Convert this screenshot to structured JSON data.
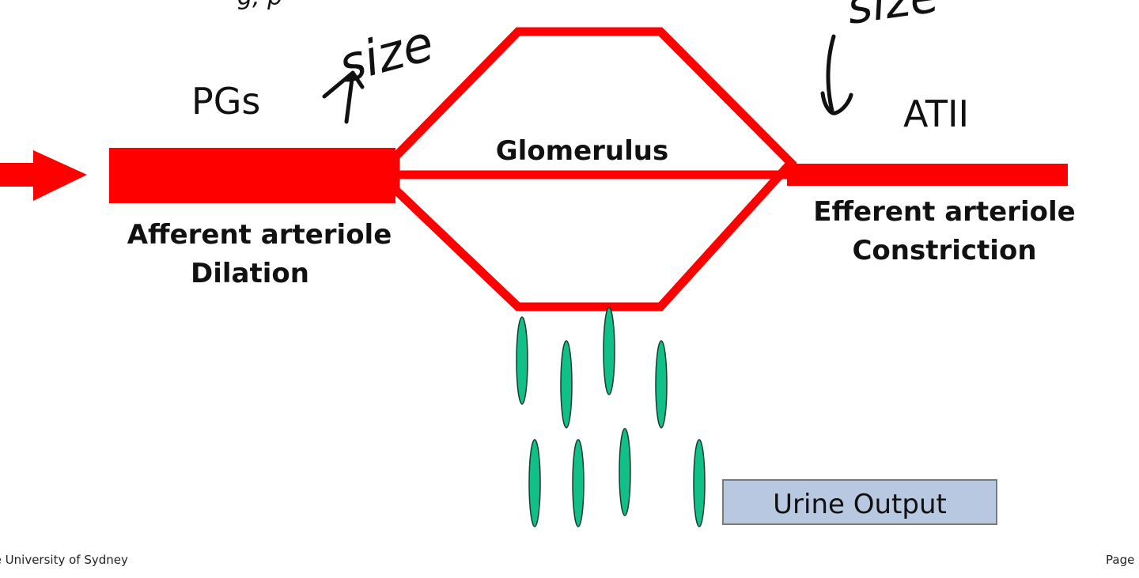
{
  "diagram": {
    "pgs_label": "PGs",
    "atii_label": "ATII",
    "glomerulus_label": "Glomerulus",
    "afferent_line1": "Afferent arteriole",
    "afferent_line2": "Dilation",
    "efferent_line1": "Efferent arteriole",
    "efferent_line2": "Constriction",
    "urine_output_label": "Urine Output",
    "vessel_color": "#ff0000",
    "filtrate_color": "#10c088",
    "urine_box_color": "#b8c8e0"
  },
  "handwriting": {
    "annotation_left": "size",
    "annotation_right": "size",
    "top_fragment": "g, p"
  },
  "footer": {
    "left": "The University of Sydney",
    "right": "Page"
  }
}
